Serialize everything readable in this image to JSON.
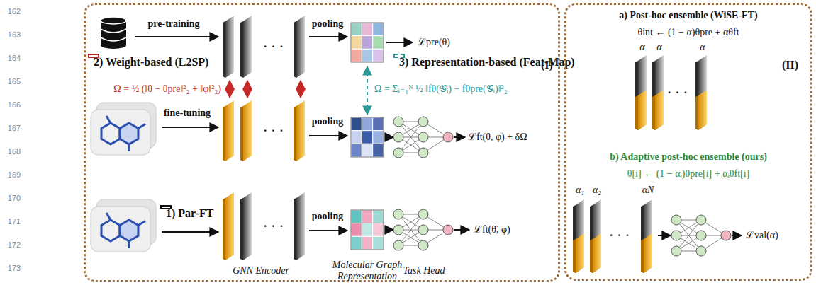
{
  "diagram": {
    "nodes": [
      {
        "text": [
          "(I)"
        ]
      },
      {
        "text": [
          "2) Weight-based (L2SP)"
        ],
        "in": 0
      },
      {
        "text": [
          "3) Representation-based (Feat-Map)"
        ],
        "in": 0
      },
      {
        "text": [
          "1) Par-FT"
        ],
        "in": 0
      },
      {
        "text": [
          "(II)"
        ]
      }
    ],
    "labels": [
      "162",
      "163",
      "164",
      "165",
      "166",
      "167",
      "168",
      "169",
      "170",
      "171",
      "172",
      "173",
      "pre-training",
      "pooling",
      "ℒpre(θ)",
      "Ω = ½ (‖θ − θpre‖²₂ + ‖φ‖²₂)",
      "Ω = Σᵢ₌₁ᴺ ½ ‖fθ(𝒢ᵢ) − fθpre(𝒢ᵢ)‖²₂",
      "fine-tuning",
      "pooling",
      "ℒft(θ, φ) + δΩ",
      "pooling",
      "ℒft(θ̂, φ)",
      "GNN Encoder",
      "Molecular Graph Representation",
      "Task Head",
      "· · ·",
      "· · ·",
      "· · ·",
      "a) Post-hoc ensemble (WiSE-FT)",
      "θint ← (1 − α)θpre + αθft",
      "α",
      "α",
      "α",
      "· · ·",
      "b) Adaptive post-hoc ensemble (ours)",
      "θ[i] ← (1 − αᵢ)θpre[i] + αᵢθft[i]",
      "α₁",
      "α₂",
      "αN",
      "· · ·",
      "ℒval(α)"
    ]
  }
}
